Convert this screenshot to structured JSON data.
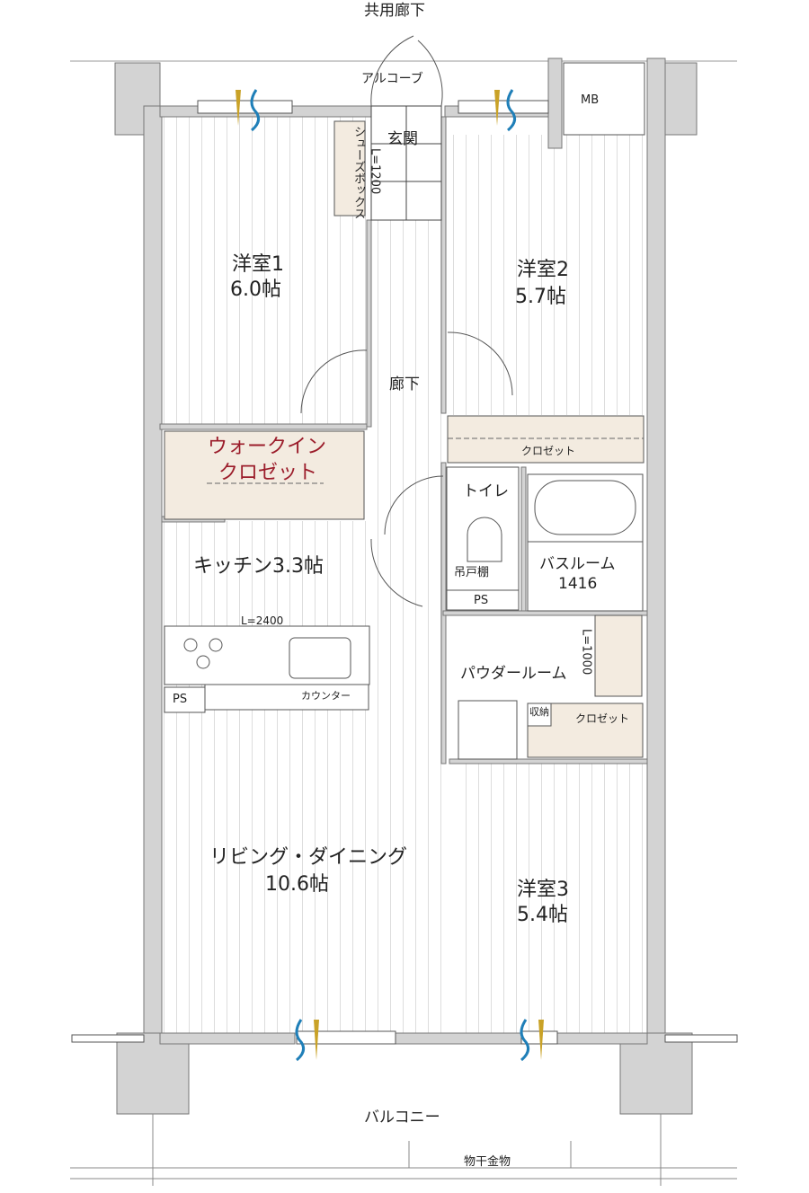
{
  "outside": {
    "corridor": "共用廊下",
    "alcove": "アルコーブ",
    "balcony": "バルコニー",
    "drying_rack": "物干金物",
    "meter_box": "MB"
  },
  "rooms": {
    "western1": {
      "name": "洋室1",
      "size": "6.0帖"
    },
    "western2": {
      "name": "洋室2",
      "size": "5.7帖"
    },
    "western3": {
      "name": "洋室3",
      "size": "5.4帖"
    },
    "entrance": "玄関",
    "shoe_box": "シューズボックス",
    "shoe_box_length": "L=1200",
    "hallway": "廊下",
    "walk_in_closet": [
      "ウォークイン",
      "クロゼット"
    ],
    "kitchen": "キッチン3.3帖",
    "kitchen_length": "L=2400",
    "counter": "カウンター",
    "ps": "PS",
    "living": {
      "name": "リビング・ダイニング",
      "size": "10.6帖"
    },
    "toilet": "トイレ",
    "toilet_shelf": "吊戸棚",
    "bath": {
      "name": "バスルーム",
      "size": "1416"
    },
    "powder": "パウダールーム",
    "vanity_length": "L=1000",
    "storage": "収納",
    "closet": "クロゼット"
  },
  "colors": {
    "wall": "#d3d3d3",
    "wall_edge": "#777777",
    "storage_fill": "#f3ebe0",
    "floor_line": "#dddddd",
    "wic_label": "#9b1c2a",
    "vent_gold": "#c9a227",
    "vent_blue": "#1f7fb8"
  }
}
